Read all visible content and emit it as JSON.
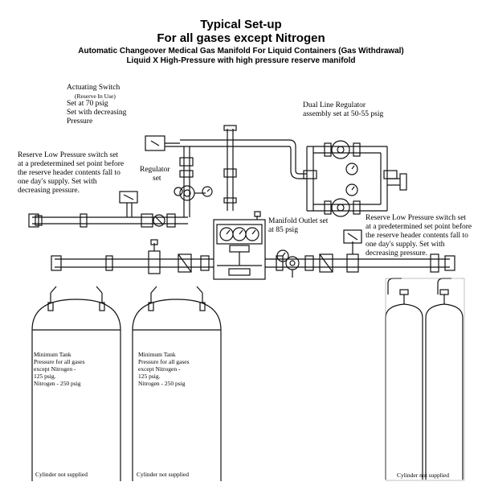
{
  "header": {
    "title": "Typical Set-up",
    "subtitle": "For all gases except Nitrogen",
    "line3": "Automatic Changeover Medical Gas Manifold For Liquid Containers (Gas Withdrawal)",
    "line4": "Liquid X High-Pressure with high pressure reserve manifold"
  },
  "labels": {
    "actuating_switch": [
      "Actuating Switch",
      "(Reserve In Use)",
      "Set at 70 psig",
      "Set  with decreasing",
      "Pressure"
    ],
    "reserve_low_left": [
      "Reserve Low Pressure switch set",
      "at a predetermined set point before",
      "the reserve header contents fall to",
      "one day's supply. Set with",
      "decreasing pressure."
    ],
    "regulator_set": [
      "Regulator",
      "set"
    ],
    "dual_line_regulator": [
      "Dual Line Regulator",
      "assembly set at 50-55 psig"
    ],
    "manifold_outlet": [
      "Manifold Outlet set",
      "at 85 psig"
    ],
    "reserve_low_right": [
      "Reserve Low Pressure switch set",
      "at a predetermined set point before",
      "the reserve header contents fall to",
      "one day's supply. Set with",
      "decreasing pressure."
    ]
  },
  "tanks": {
    "min_pressure_text": [
      "Minimum Tank",
      "Pressure for all gases",
      "except Nitrogen -",
      "125 psig.",
      "Nitrogen - 250 psig"
    ],
    "not_supplied": "Cylinder not supplied"
  }
}
